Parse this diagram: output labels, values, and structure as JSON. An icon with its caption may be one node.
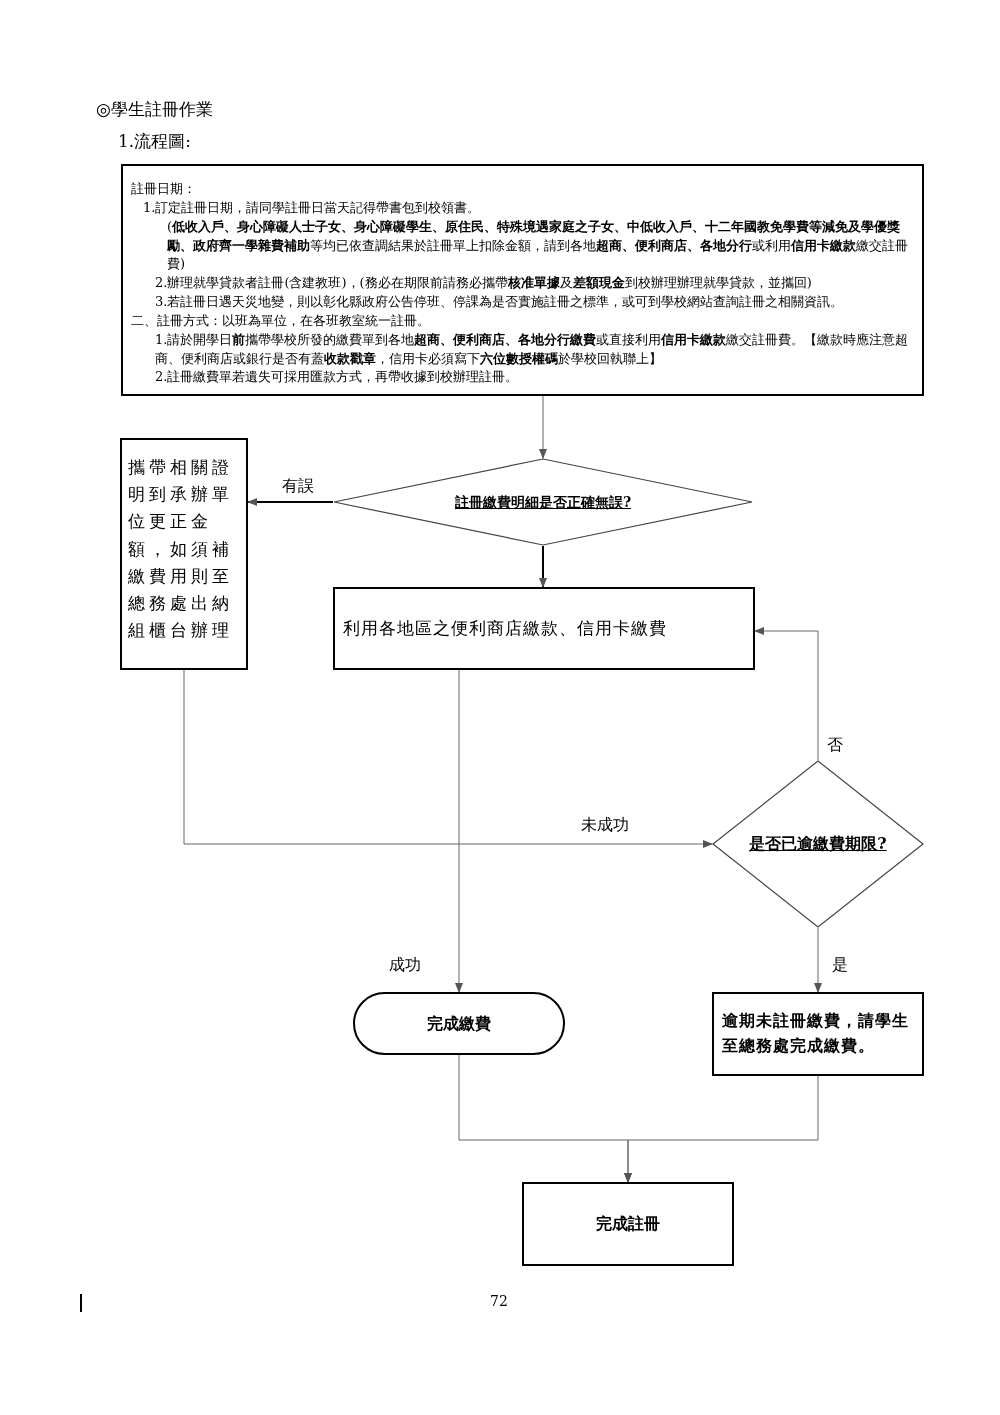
{
  "diagram": {
    "title": "◎學生註冊作業",
    "nodes": [
      {
        "text": [
          "註冊日期：",
          "1.訂定註冊日期，請同學註冊日當天記得帶書包到校領書。",
          "(**低收入戶、身心障礙人士子女、身心障礙學生、原住民、特殊境遇家庭之子女、中低收入戶、十二年國教免學費等減免及學優獎勵、政府齊一學雜費補助**等均已依查調結果於註冊單上扣除金額，請到各地**超商、便利商店、各地分行**或利用**信用卡繳款**繳交註冊費)",
          "2.辦理就學貸款者註冊(含建教班)，(務必在期限前請務必攜帶**核准單據**及**差額現金**到校辦理辦理就學貸款，並攜回)",
          "3.若註冊日遇天災地變，則以彰化縣政府公告停班、停課為是否實施註冊之標準，或可到學校網站查詢註冊之相關資訊。",
          "二、註冊方式：以班為單位，在各班教室統一註冊。",
          "1.請於開學日**前**攜帶學校所發的繳費單到各地**超商、便利商店、各地分行繳費**或直接利用**信用卡繳款**繳交註冊費。【繳款時應注意超商、便利商店或銀行是否有蓋**收款戳章**，信用卡必須寫下**六位數授權碼**於學校回執聯上】",
          "2.註冊繳費單若遺失可採用匯款方式，再帶收據到校辦理註冊。"
        ]
      },
      {
        "text": [
          "註冊繳費明細是否正確無誤?"
        ]
      },
      {
        "text": [
          "攜帶相關證明到承辦單位更正金額，如須補繳費用則至總務處出納組櫃台辦理"
        ]
      },
      {
        "text": [
          "利用各地區之便利商店繳款、信用卡繳費"
        ]
      },
      {
        "text": [
          "是否已逾繳費期限?"
        ]
      },
      {
        "text": [
          "完成繳費"
        ]
      },
      {
        "text": [
          "逾期未註冊繳費，請學生至總務處完成繳費。"
        ]
      },
      {
        "text": [
          "完成註冊"
        ]
      }
    ],
    "edges": [
      {
        "from": 0,
        "to": 1,
        "arrow": "to"
      },
      {
        "from": 1,
        "to": 2,
        "arrow": "to",
        "label": "有誤",
        "color": "#000000"
      },
      {
        "from": 1,
        "to": 3,
        "arrow": "to",
        "color": "#000000"
      },
      {
        "from": 2,
        "to": 4,
        "arrow": "to",
        "label": "未成功"
      },
      {
        "from": 3,
        "to": 5,
        "arrow": "to",
        "label": "成功"
      },
      {
        "from": 4,
        "to": 3,
        "arrow": "to",
        "label": "否"
      },
      {
        "from": 4,
        "to": 6,
        "arrow": "to",
        "label": "是"
      },
      {
        "from": 5,
        "to": 7,
        "arrow": "to"
      },
      {
        "from": 6,
        "to": 7,
        "arrow": "to"
      }
    ],
    "labels": [
      "1.流程圖:",
      "72"
    ]
  }
}
